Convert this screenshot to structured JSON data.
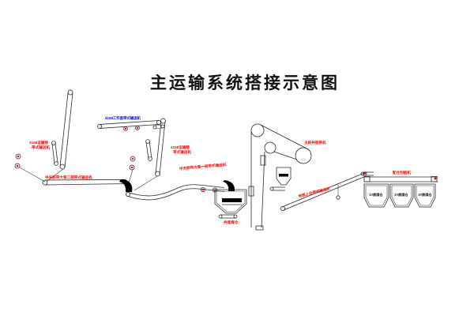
{
  "diagram": {
    "title": "主运输系统搭接示意图",
    "colors": {
      "background": "#ffffff",
      "line": "#2a2a2a",
      "label_red": "#ff0000",
      "label_blue": "#0000ee",
      "label_black": "#111111"
    },
    "labels": {
      "face_belt": "4108工作面带式输送机",
      "left_gate_line1": "4106运输巷",
      "left_gate_line2": "带式输送机",
      "right_gate_line1": "4108运输巷",
      "right_gate_line2": "带式输送机",
      "main_gate_belt2": "中央胶带大巷二部带式输送机",
      "main_gate_belt1": "中央胶带大巷一部带式输送机",
      "pit_bunker": "井底煤仓",
      "slope_belt": "主斜井胶带机",
      "surface_belt": "地面上仓带式输送机",
      "bin_scraper": "配仓刮板机",
      "bins": [
        "1#原煤仓",
        "2#原煤仓",
        "3#原煤仓"
      ]
    }
  }
}
